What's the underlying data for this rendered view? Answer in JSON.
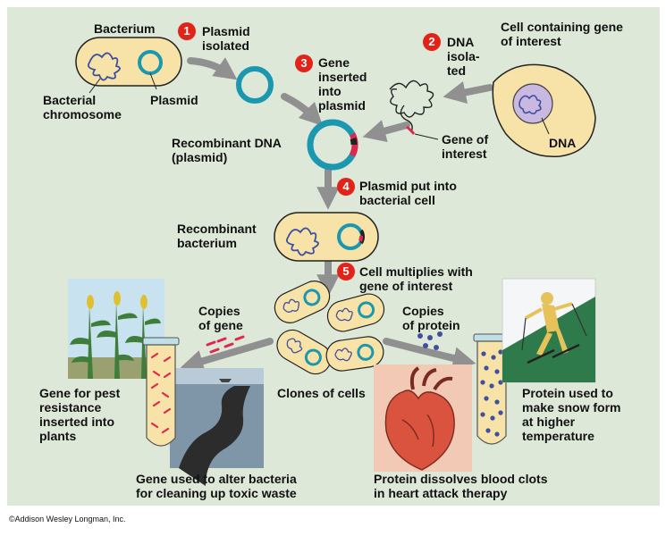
{
  "labels": {
    "bacterium": "Bacterium",
    "bacterial_chromosome": "Bacterial\nchromosome",
    "plasmid": "Plasmid",
    "plasmid_isolated": "Plasmid\nisolated",
    "cell_containing_gene": "Cell containing gene\nof interest",
    "dna_isolated": "DNA\nisola-\nted",
    "gene_inserted": "Gene\ninserted\ninto\nplasmid",
    "recombinant_dna": "Recombinant DNA\n(plasmid)",
    "gene_of_interest": "Gene of\ninterest",
    "dna": "DNA",
    "plasmid_put_into": "Plasmid put into\nbacterial cell",
    "recombinant_bacterium": "Recombinant\nbacterium",
    "cell_multiplies": "Cell multiplies with\ngene of interest",
    "copies_of_gene": "Copies\nof gene",
    "copies_of_protein": "Copies\nof protein",
    "clones_of_cells": "Clones of cells",
    "gene_pest": "Gene for pest\nresistance\ninserted into\nplants",
    "protein_snow": "Protein used to\nmake snow form\nat higher\ntemperature",
    "gene_toxic": "Gene used to alter bacteria\nfor cleaning up toxic waste",
    "protein_clots": "Protein dissolves blood clots\nin heart attack therapy"
  },
  "steps": {
    "s1": "1",
    "s2": "2",
    "s3": "3",
    "s4": "4",
    "s5": "5"
  },
  "copyright": "©Addison Wesley Longman, Inc.",
  "colors": {
    "panel": "#dde8d8",
    "cell_fill": "#f7e2a8",
    "plasmid": "#1b97b0",
    "gene_red": "#e0284f",
    "dna_blue": "#3f4fa0",
    "step_badge": "#e2231a",
    "arrow": "#909090"
  }
}
